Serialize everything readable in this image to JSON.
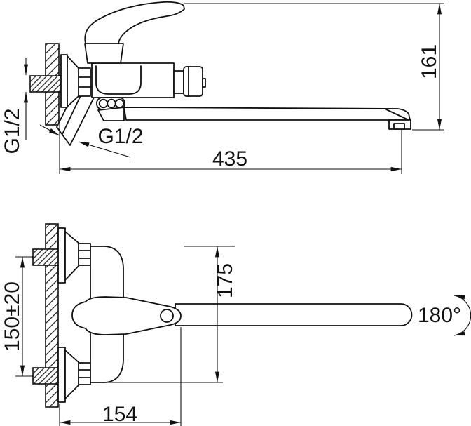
{
  "drawing": {
    "title": "wall-mounted-bath-mixer-dimension-drawing",
    "side_view": {
      "dim_total_height": "161",
      "dim_spout_reach": "435",
      "label_inlet_thread": "G1/2",
      "label_shower_thread": "G1/2"
    },
    "plan_view": {
      "dim_inlet_spacing": "150±20",
      "dim_body_span": "175",
      "dim_wall_to_spout_axis": "154",
      "dim_spout_swivel_angle": "180°"
    },
    "colors": {
      "line": "#111111",
      "background": "#ffffff"
    }
  }
}
